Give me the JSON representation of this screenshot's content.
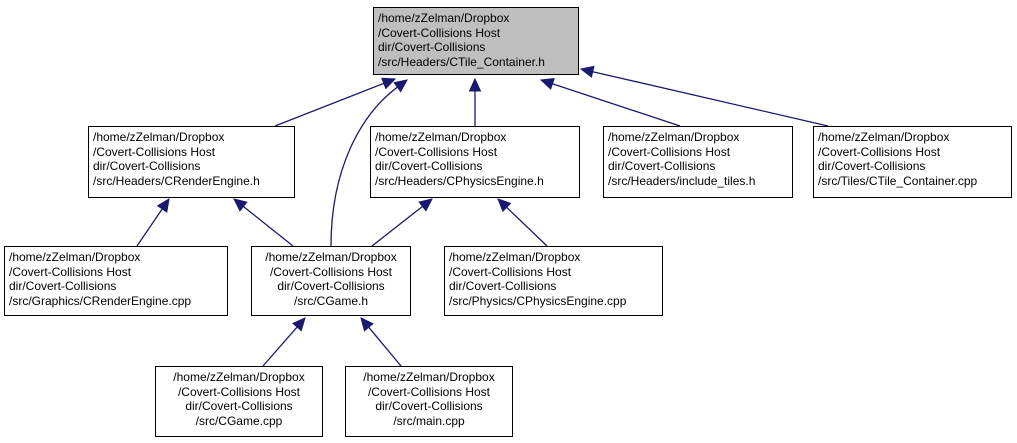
{
  "nodes": {
    "root": {
      "lines": [
        "/home/zZelman/Dropbox",
        "/Covert-Collisions Host",
        " dir/Covert-Collisions",
        "/src/Headers/CTile_Container.h"
      ],
      "fill": "#bfbfbf"
    },
    "crenderengine_h": {
      "lines": [
        "/home/zZelman/Dropbox",
        "/Covert-Collisions Host",
        " dir/Covert-Collisions",
        "/src/Headers/CRenderEngine.h"
      ]
    },
    "cphysicsengine_h": {
      "lines": [
        "/home/zZelman/Dropbox",
        "/Covert-Collisions Host",
        " dir/Covert-Collisions",
        "/src/Headers/CPhysicsEngine.h"
      ]
    },
    "include_tiles_h": {
      "lines": [
        "/home/zZelman/Dropbox",
        "/Covert-Collisions Host",
        " dir/Covert-Collisions",
        "/src/Headers/include_tiles.h"
      ]
    },
    "ctile_container_cpp": {
      "lines": [
        "/home/zZelman/Dropbox",
        "/Covert-Collisions Host",
        " dir/Covert-Collisions",
        "/src/Tiles/CTile_Container.cpp"
      ]
    },
    "crenderengine_cpp": {
      "lines": [
        "/home/zZelman/Dropbox",
        "/Covert-Collisions Host",
        " dir/Covert-Collisions",
        "/src/Graphics/CRenderEngine.cpp"
      ]
    },
    "cgame_h": {
      "lines": [
        "/home/zZelman/Dropbox",
        "/Covert-Collisions Host",
        " dir/Covert-Collisions",
        "/src/CGame.h"
      ]
    },
    "cphysicsengine_cpp": {
      "lines": [
        "/home/zZelman/Dropbox",
        "/Covert-Collisions Host",
        " dir/Covert-Collisions",
        "/src/Physics/CPhysicsEngine.cpp"
      ]
    },
    "cgame_cpp": {
      "lines": [
        "/home/zZelman/Dropbox",
        "/Covert-Collisions Host",
        " dir/Covert-Collisions",
        "/src/CGame.cpp"
      ]
    },
    "main_cpp": {
      "lines": [
        "/home/zZelman/Dropbox",
        "/Covert-Collisions Host",
        " dir/Covert-Collisions",
        "/src/main.cpp"
      ]
    }
  },
  "edges": [
    {
      "from": "crenderengine_h",
      "to": "root"
    },
    {
      "from": "cgame_h",
      "to": "root"
    },
    {
      "from": "cphysicsengine_h",
      "to": "root"
    },
    {
      "from": "include_tiles_h",
      "to": "root"
    },
    {
      "from": "ctile_container_cpp",
      "to": "root"
    },
    {
      "from": "crenderengine_cpp",
      "to": "crenderengine_h"
    },
    {
      "from": "cgame_h",
      "to": "crenderengine_h"
    },
    {
      "from": "cgame_h",
      "to": "cphysicsengine_h"
    },
    {
      "from": "cphysicsengine_cpp",
      "to": "cphysicsengine_h"
    },
    {
      "from": "cgame_cpp",
      "to": "cgame_h"
    },
    {
      "from": "main_cpp",
      "to": "cgame_h"
    }
  ],
  "colors": {
    "edge": "#191970",
    "node_border": "#000000",
    "node_fill": "#ffffff",
    "root_fill": "#bfbfbf"
  }
}
